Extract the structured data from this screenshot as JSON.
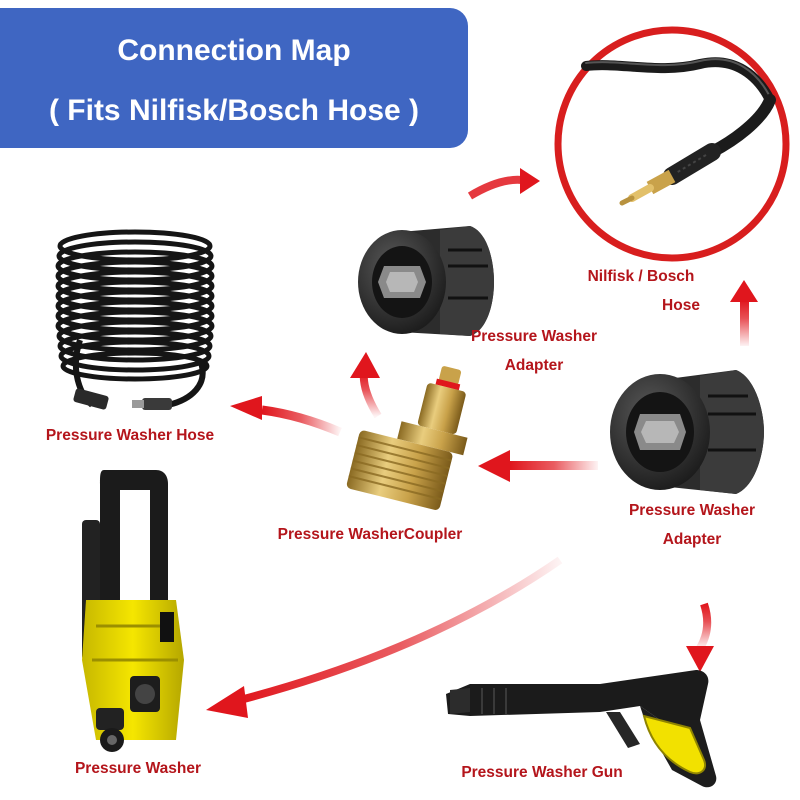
{
  "banner": {
    "line1": "Connection Map",
    "line2": "( Fits Nilfisk/Bosch Hose )",
    "color": "#3f66c2"
  },
  "labels": {
    "nilfisk_line1": "Nilfisk / Bosch",
    "nilfisk_line2": "Hose",
    "adapter_top_line1": "Pressure Washer",
    "adapter_top_line2": "Adapter",
    "hose": "Pressure Washer Hose",
    "coupler": "Pressure WasherCoupler",
    "adapter_right_line1": "Pressure Washer",
    "adapter_right_line2": "Adapter",
    "washer": "Pressure Washer",
    "gun": "Pressure Washer Gun"
  },
  "colors": {
    "label_red": "#b4151b",
    "arrow_red": "#e0161d",
    "circle_red": "#d81e1e",
    "washer_yellow": "#f2e100",
    "brass": "#c9a24a"
  },
  "icons": [
    "hose-coil-icon",
    "adapter-icon",
    "coupler-icon",
    "pressure-washer-icon",
    "spray-gun-icon",
    "hose-end-icon"
  ]
}
